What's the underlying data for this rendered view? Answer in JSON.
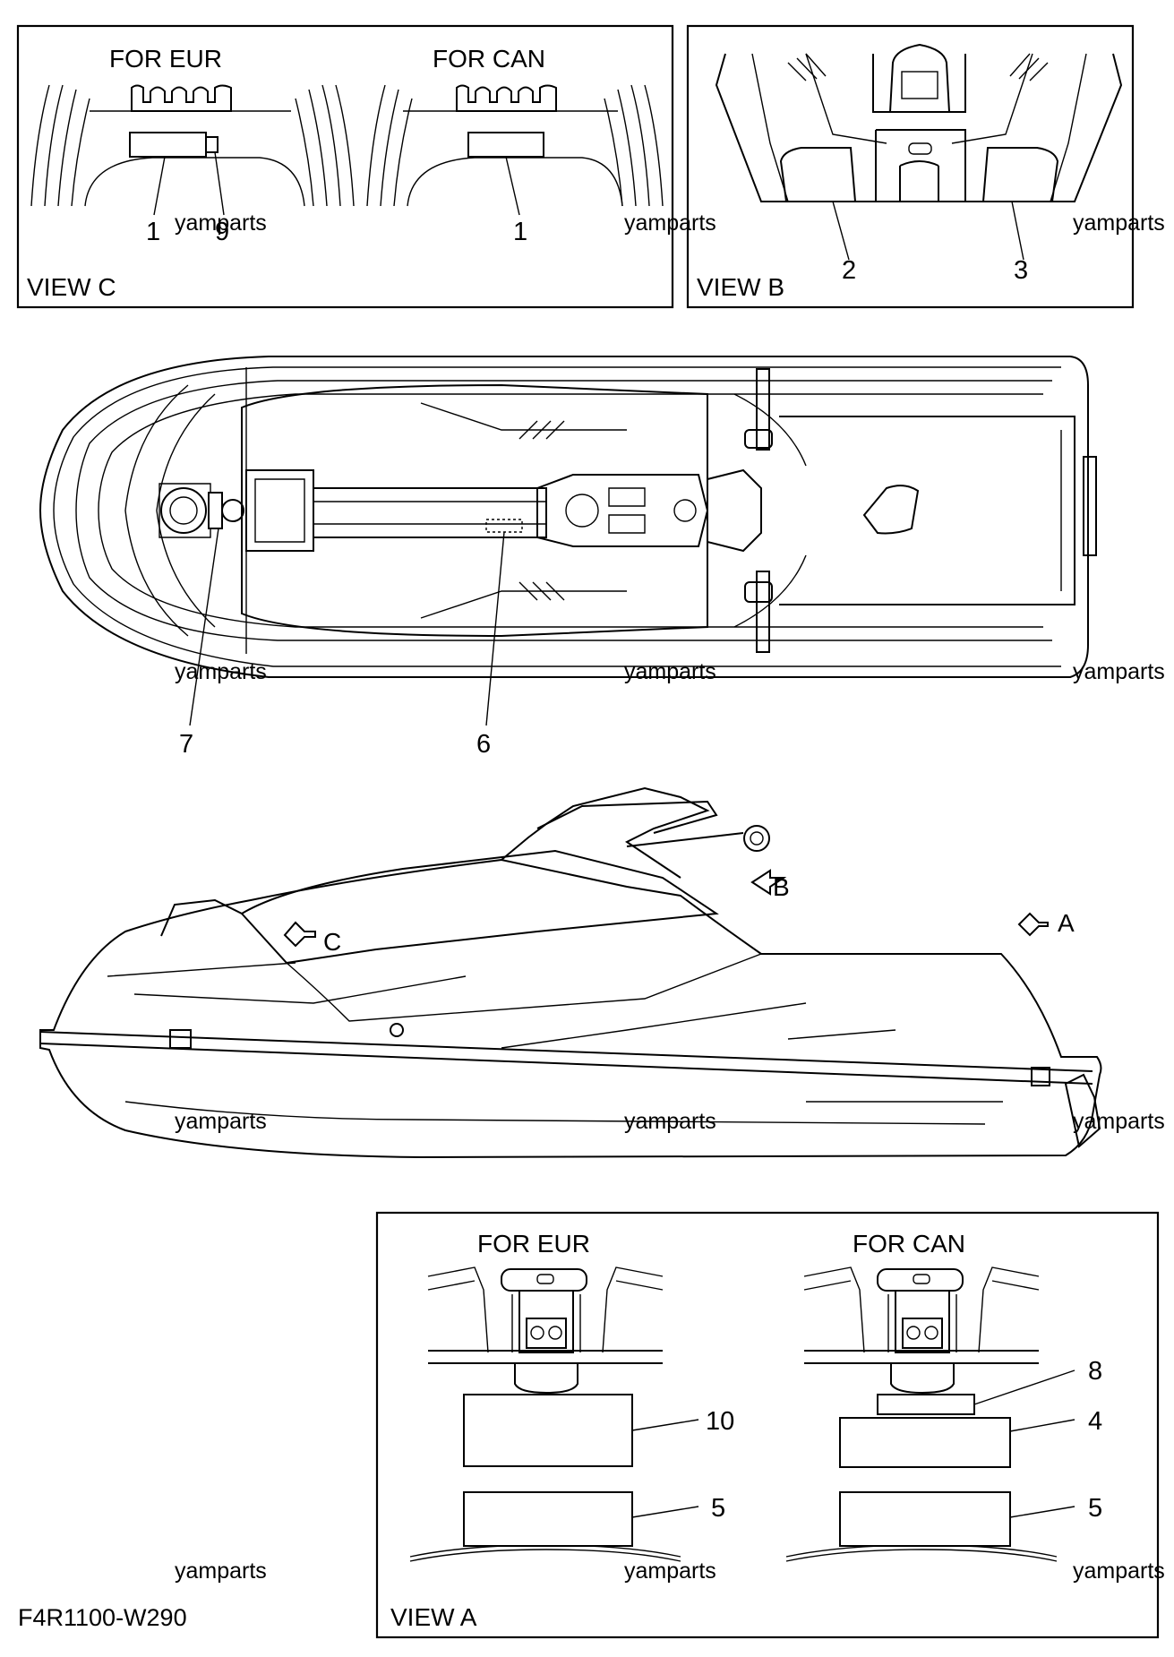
{
  "view_c": {
    "title": "VIEW C",
    "left_heading": "FOR EUR",
    "right_heading": "FOR CAN",
    "callouts": [
      "1",
      "9",
      "1"
    ]
  },
  "view_b": {
    "title": "VIEW B",
    "callouts": [
      "2",
      "3"
    ]
  },
  "top_view": {
    "callouts": [
      "7",
      "6"
    ]
  },
  "side_view": {
    "arrows": [
      "B",
      "A",
      "C"
    ]
  },
  "view_a": {
    "title": "VIEW A",
    "left_heading": "FOR EUR",
    "right_heading": "FOR CAN",
    "callouts": [
      "10",
      "5",
      "8",
      "4",
      "5"
    ]
  },
  "watermark": "yamparts",
  "diagram_code": "F4R1100-W290"
}
